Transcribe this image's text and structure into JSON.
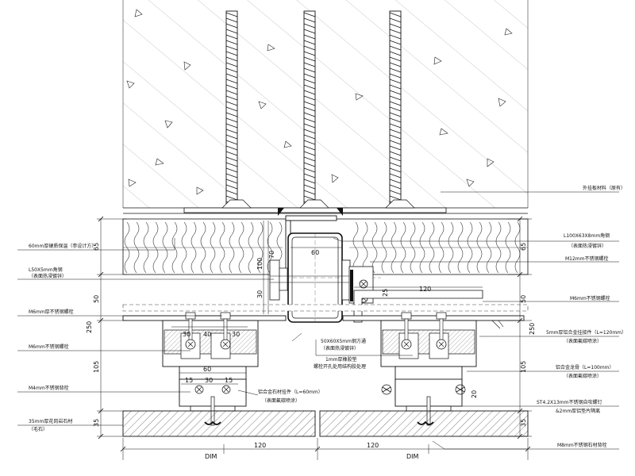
{
  "drawing": {
    "annotations": {
      "wall_insulation_top": "外挂板材料（原有）",
      "insulation_60mm": "60mm厚硬质保温（参设计方）",
      "steel_angle_top": "L100X63X8mm角钢",
      "steel_angle_top_sub": "（表面热浸镀锌）",
      "bolt_m12": "M12mm不锈钢螺栓",
      "angle_l50": "L50X5mm角钢",
      "angle_l50_sub": "（表面热浸镀锌）",
      "bolt_m6_left": "M6mm厚不锈钢螺栓",
      "bolt_m6_right": "M6mm不锈钢螺栓",
      "aluminum_plate_5mm": "5mm厚铝合金挂接件（L=120mm）",
      "aluminum_plate_5mm_sub": "（表面氟碳喷涂）",
      "steel_tube": "50X60X5mm钢方通",
      "steel_tube_sub": "（表面热浸镀锌）",
      "rubber_pad": "1mm厚橡胶垫",
      "rubber_pad_sub": "螺栓开孔处用结构胶处理",
      "bolt_m6_mid": "M6mm不锈钢螺栓",
      "aluminum_profile": "铝合金龙骨（L=100mm）",
      "aluminum_profile_sub": "（表面氟碳喷涂）",
      "bolt_m4": "M4mm不锈钢背栓",
      "aluminum_clip": "铝合金石材挂件（L=60mm）",
      "aluminum_clip_sub": "（表面氟碳喷涂）",
      "screw_st": "ST4.2X13mm不锈钢自攻螺钉",
      "screw_st_sub": "&2mm厚铝垫片隔离",
      "stone_35mm": "35mm厚花岗岩石材",
      "stone_35mm_sub": "（毛石）",
      "bolt_m8": "M8mm不锈钢石材背栓"
    },
    "dimensions": {
      "d65_left": "65",
      "d50_left": "50",
      "d250_left": "250",
      "d105_left": "105",
      "d35_left": "35",
      "d65_right": "65",
      "d50_right": "50",
      "d250_right": "250",
      "d105_right": "105",
      "d35_right": "35",
      "d100": "100",
      "d70": "70",
      "d30_mid": "30",
      "d60_tube": "60",
      "d120_angle": "120",
      "d25": "25",
      "d30_a": "30",
      "d40": "40",
      "d30_b": "30",
      "d60_clip": "60",
      "d15_a": "15",
      "d30_clip": "30",
      "d15_b": "15",
      "d20": "20",
      "d120_left": "120",
      "d120_right": "120",
      "dim_left": "DIM",
      "dim_right": "DIM"
    }
  }
}
